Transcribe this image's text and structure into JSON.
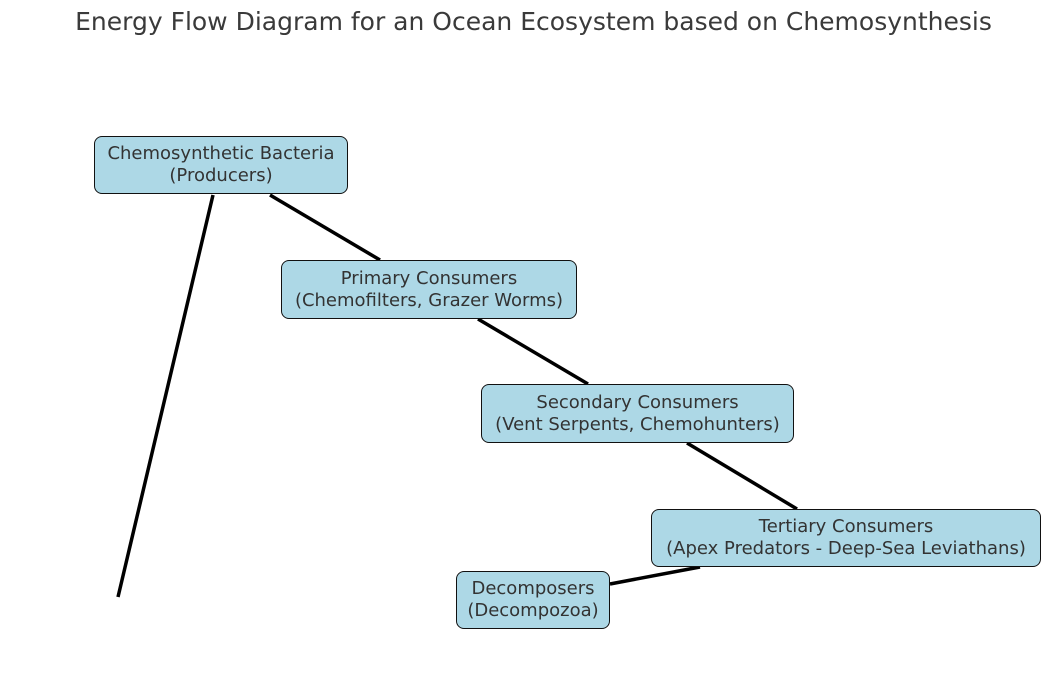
{
  "title": "Energy Flow Diagram for an Ocean Ecosystem based on Chemosynthesis",
  "colors": {
    "node_fill": "#add8e6",
    "node_border": "#111111",
    "edge": "#000000",
    "text": "#333333"
  },
  "nodes": [
    {
      "id": "bacteria",
      "line1": "Chemosynthetic Bacteria",
      "line2": "(Producers)"
    },
    {
      "id": "primary",
      "line1": "Primary Consumers",
      "line2": "(Chemofilters, Grazer Worms)"
    },
    {
      "id": "secondary",
      "line1": "Secondary Consumers",
      "line2": "(Vent Serpents, Chemohunters)"
    },
    {
      "id": "tertiary",
      "line1": "Tertiary Consumers",
      "line2": "(Apex Predators - Deep-Sea Leviathans)"
    },
    {
      "id": "decomposers",
      "line1": "Decomposers",
      "line2": "(Decompozoa)"
    }
  ],
  "edges": [
    {
      "from": "bacteria",
      "to": "primary"
    },
    {
      "from": "primary",
      "to": "secondary"
    },
    {
      "from": "secondary",
      "to": "tertiary"
    },
    {
      "from": "tertiary",
      "to": "decomposers"
    },
    {
      "from": "bacteria",
      "to": ""
    }
  ]
}
